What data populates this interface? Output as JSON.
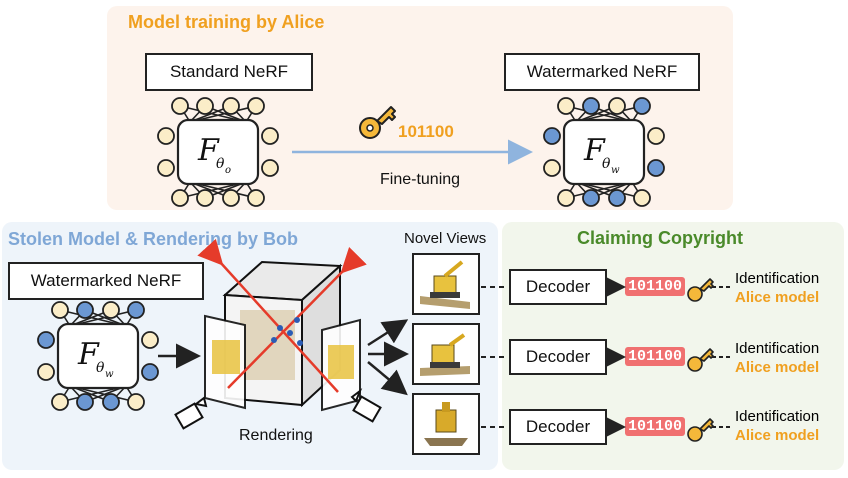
{
  "top_panel": {
    "title": "Model training by Alice",
    "standard_label": "Standard NeRF",
    "watermarked_label": "Watermarked NeRF",
    "key_code": "101100",
    "arrow_label": "Fine-tuning"
  },
  "bob_panel": {
    "title": "Stolen Model & Rendering by Bob",
    "watermarked_label": "Watermarked NeRF",
    "rendering_label": "Rendering",
    "novel_views_label": "Novel Views"
  },
  "claim_panel": {
    "title": "Claiming Copyright",
    "rows": [
      {
        "decoder": "Decoder",
        "code": "101100",
        "id_line1": "Identification",
        "id_line2": "Alice model"
      },
      {
        "decoder": "Decoder",
        "code": "101100",
        "id_line1": "Identification",
        "id_line2": "Alice model"
      },
      {
        "decoder": "Decoder",
        "code": "101100",
        "id_line1": "Identification",
        "id_line2": "Alice model"
      }
    ]
  },
  "colors": {
    "orange": "#f0a020",
    "blue_title": "#7fa7d6",
    "green_title": "#4a8a2a",
    "node_cream": "#fbedc8",
    "node_blue": "#6b97d2",
    "code_red": "#f07070",
    "arrow_blue": "#8fb4de",
    "ray_red": "#e53b2a"
  },
  "icons": [
    "key-icon",
    "camera-icon",
    "excavator-thumbnail"
  ]
}
